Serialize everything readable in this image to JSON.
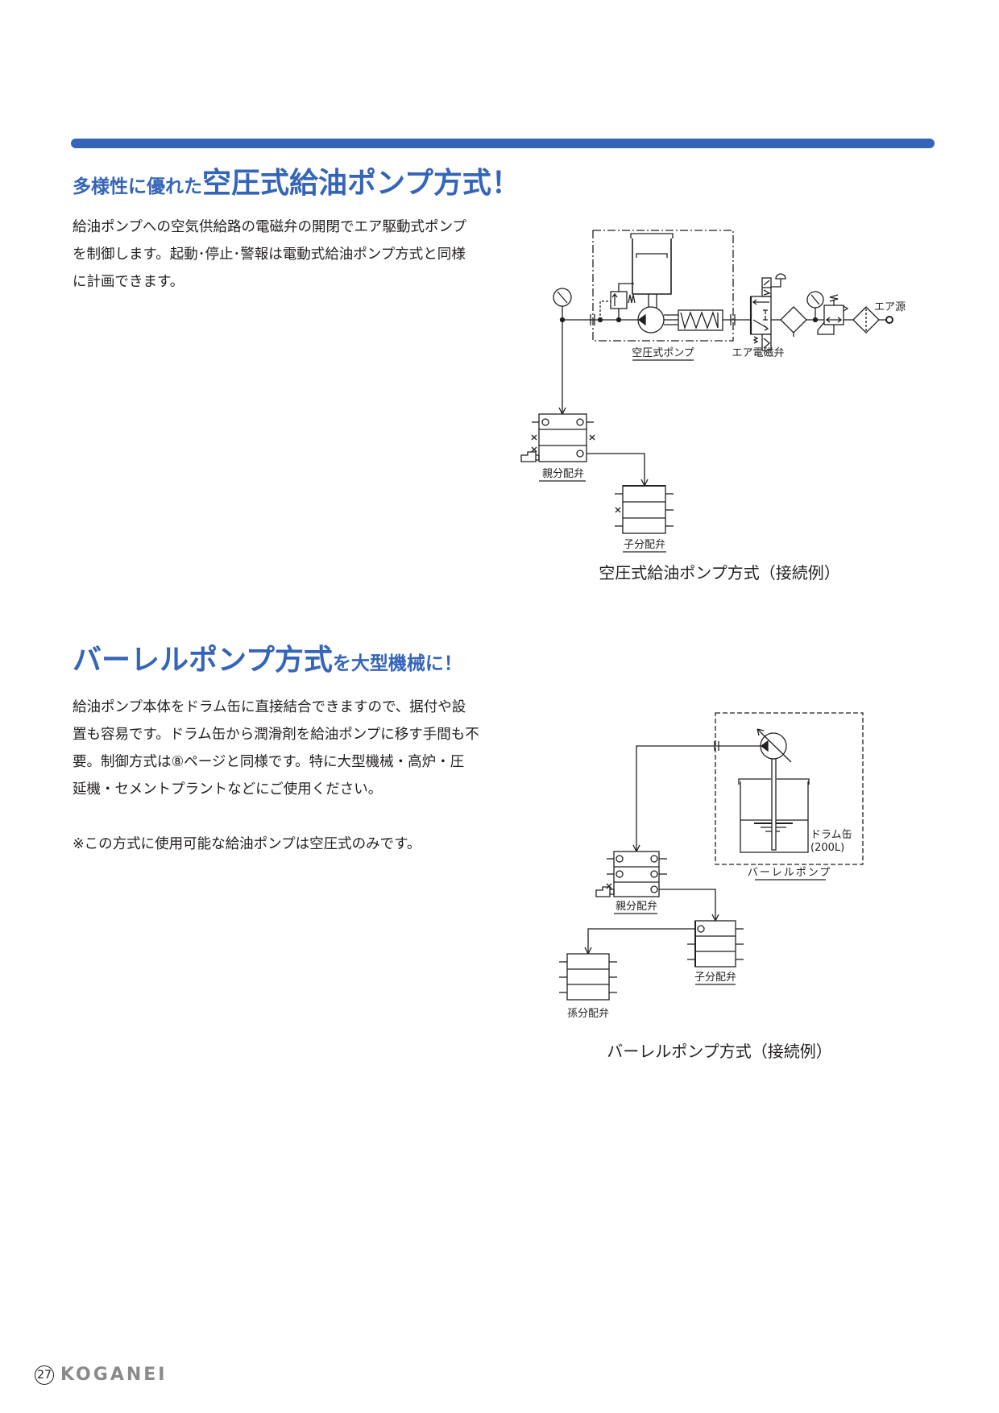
{
  "section1": {
    "heading_small": "多様性に優れた",
    "heading_large": "空圧式給油ポンプ方式！",
    "body": [
      "給油ポンプへの空気供給路の電磁弁の開閉でエア駆動式ポンプ",
      "を制御します。起動･停止･警報は電動式給油ポンプ方式と同様",
      "に計画できます。"
    ],
    "diagram": {
      "pump_label": "空圧式ポンプ",
      "valve_label": "エア電磁弁",
      "air_source_label": "エア源",
      "parent_label": "親分配弁",
      "child_label": "子分配弁",
      "caption": "空圧式給油ポンプ方式（接続例）"
    }
  },
  "section2": {
    "heading_large": "バーレルポンプ方式",
    "heading_small": "を大型機械に！",
    "body": [
      "給油ポンプ本体をドラム缶に直接結合できますので、据付や設",
      "置も容易です。ドラム缶から潤滑剤を給油ポンプに移す手間も不",
      "要。制御方式は⑧ページと同様です。特に大型機械・高炉・圧",
      "延機・セメントプラントなどにご使用ください。"
    ],
    "note": "※この方式に使用可能な給油ポンプは空圧式のみです。",
    "diagram": {
      "drum_label": "ドラム缶",
      "drum_capacity": "(200L)",
      "pump_label": "バーレルポンプ",
      "parent_label": "親分配弁",
      "child_label": "子分配弁",
      "grandchild_label": "孫分配弁",
      "caption": "バーレルポンプ方式（接続例）"
    }
  },
  "footer": {
    "page_number": "27",
    "brand": "KOGANEI"
  },
  "colors": {
    "accent": "#3565b8",
    "brand_gray": "#8a8a8a"
  }
}
